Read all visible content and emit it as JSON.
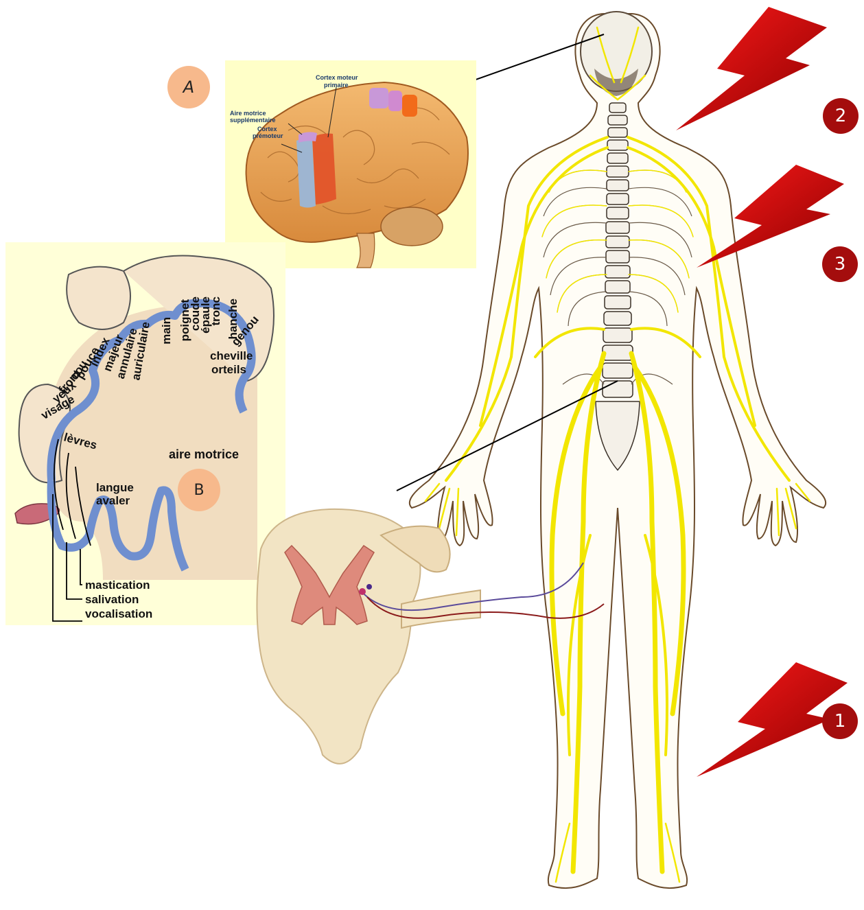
{
  "markers": {
    "A": "A",
    "B": "B",
    "n1": "1",
    "n2": "2",
    "n3": "3"
  },
  "brain_labels": {
    "primary_motor": [
      "Cortex moteur",
      "primaire"
    ],
    "supplementary": [
      "Aire motrice",
      "supplémentaire"
    ],
    "premotor": [
      "Cortex",
      "prémoteur"
    ]
  },
  "homunculus": {
    "body_parts": [
      "hanche",
      "tronc",
      "épaule",
      "coude",
      "poignet",
      "main",
      "auriculaire",
      "annulaire",
      "majeur",
      "index",
      "pouce",
      "cou",
      "front",
      "yeux",
      "visage",
      "genou",
      "cheville",
      "orteils",
      "lèvres",
      "langue",
      "avaler"
    ],
    "area_label": "aire motrice",
    "functions": [
      "mastication",
      "salivation",
      "vocalisation"
    ]
  },
  "colors": {
    "nerve": "#f2e600",
    "lightning": "#e00000",
    "number_badge": "#a40d0d",
    "marker_badge": "#f7b98c",
    "homunculus_bg": "#ffffd8",
    "cortex_band": "#6f8fcf"
  }
}
